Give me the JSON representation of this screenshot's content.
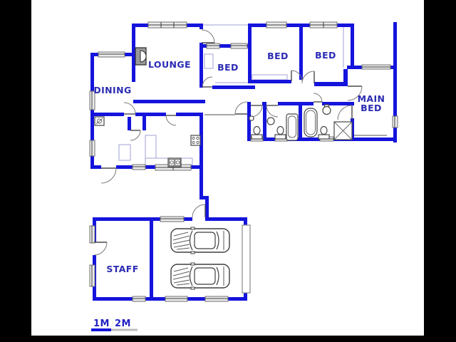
{
  "document": {
    "type": "floor-plan-drawing",
    "frame_color": "#000000",
    "canvas_color": "#ffffff"
  },
  "rooms": {
    "lounge": "LOUNGE",
    "dining": "DINING",
    "bed_a": "BED",
    "bed_b": "BED",
    "bed_c": "BED",
    "main_bed_line1": "MAIN",
    "main_bed_line2": "BED",
    "staff": "STAFF"
  },
  "scale_bar": {
    "label_1m": "1M",
    "label_2m": "2M",
    "segment_1_color": "#1414dd",
    "segment_2_color": "#bdbdbd"
  },
  "colors": {
    "wall": "#1414dd",
    "room_label": "#2b2bb4",
    "window_fill": "#ececec",
    "window_stroke": "#6e6e6e",
    "door_arc": "#7a7a7a",
    "counter_line": "#a2a2da",
    "fixture_stroke": "#474747"
  },
  "fixtures": {
    "garage_cars": 2,
    "symbols": [
      "fireplace",
      "kitchen-sink",
      "stove",
      "hob",
      "toilet",
      "toilet",
      "toilet",
      "basin",
      "basin",
      "basin",
      "bathtub",
      "bathtub",
      "shower",
      "garage-door"
    ]
  }
}
